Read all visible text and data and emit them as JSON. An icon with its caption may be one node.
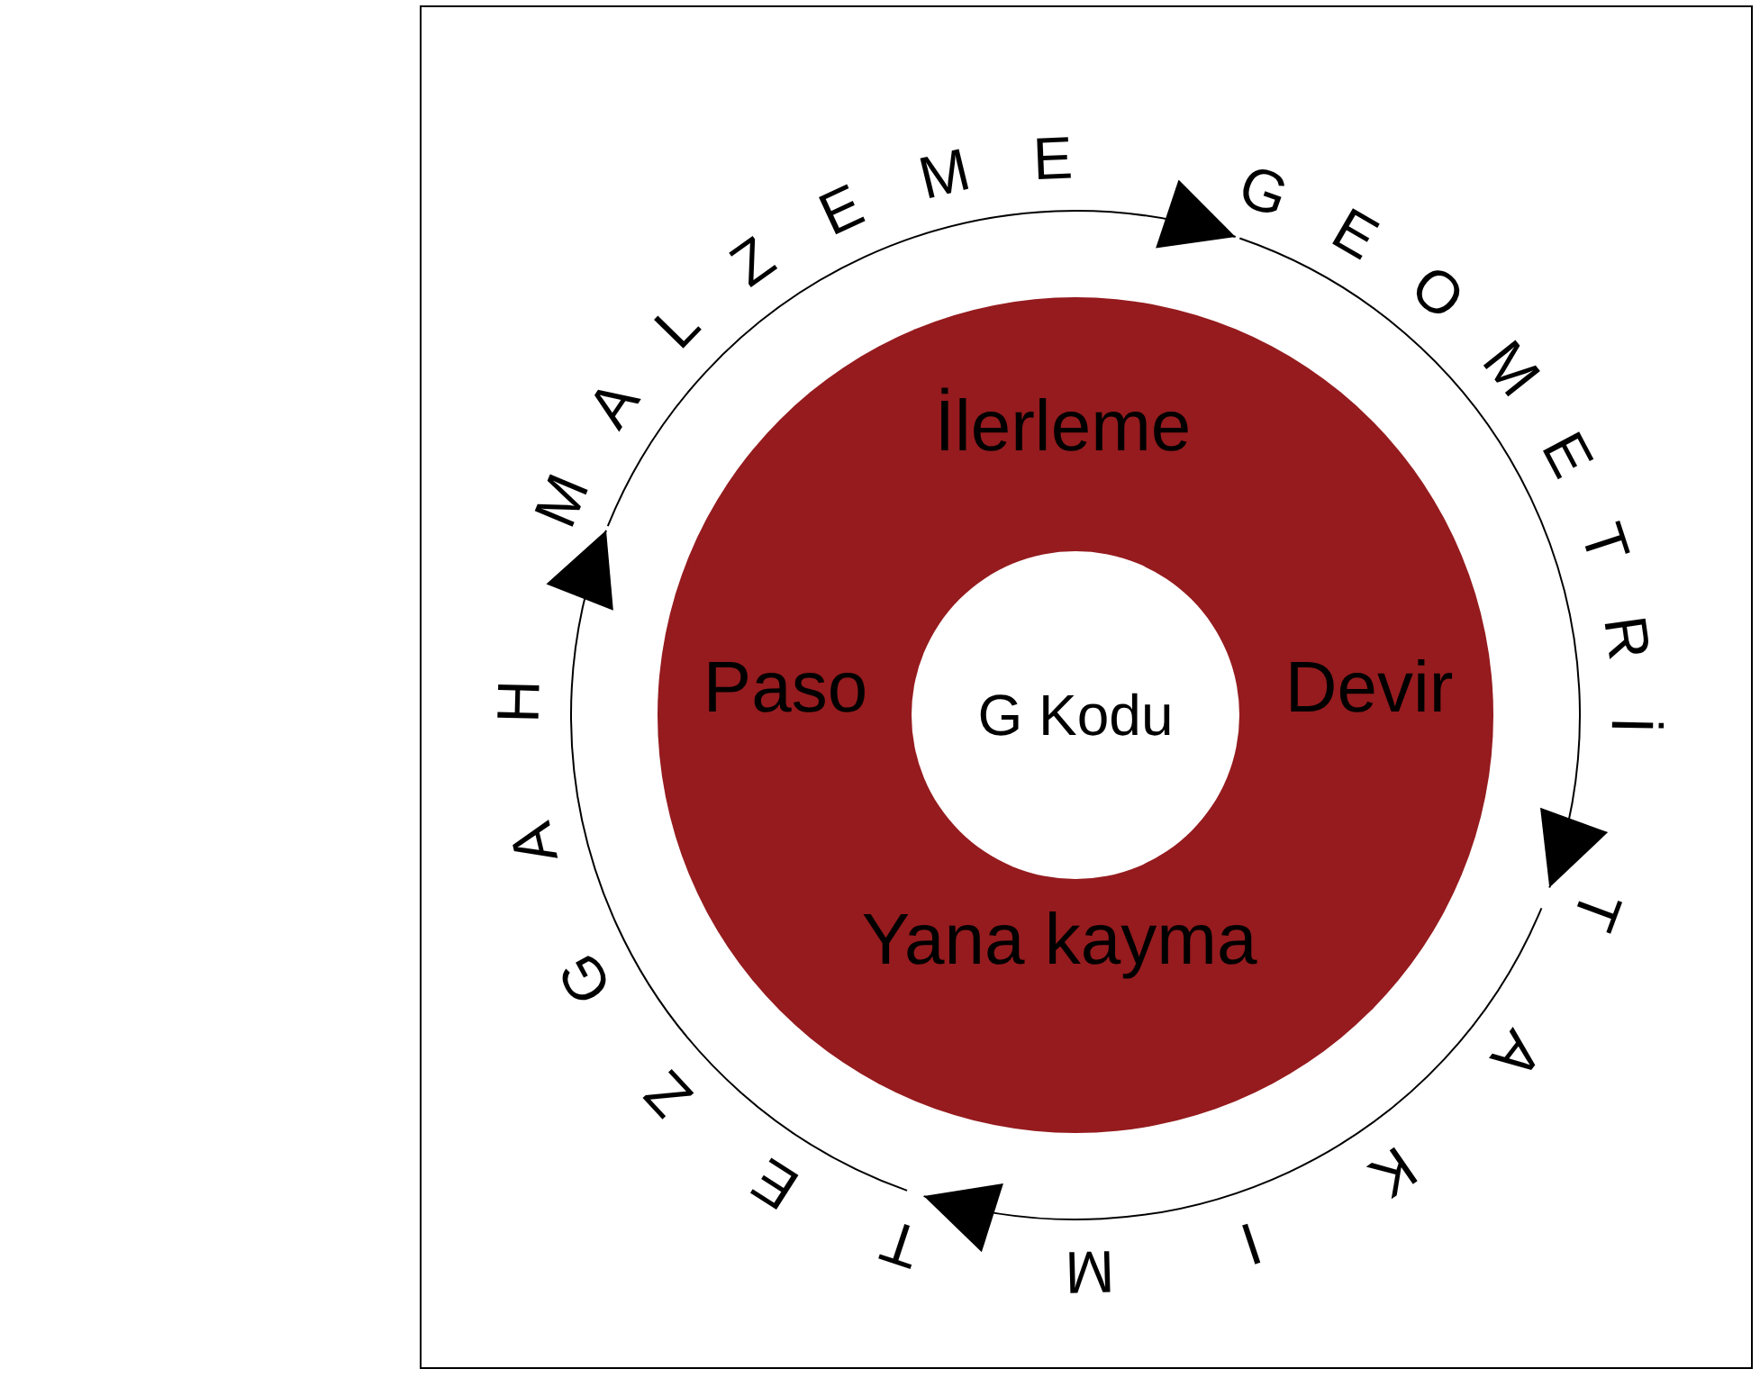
{
  "diagram": {
    "nodes": [
      {
        "text": [
          "İlerleme",
          "Paso",
          "Devir",
          "Yana kayma"
        ]
      },
      {
        "text": [
          "G Kodu"
        ],
        "in": 0
      },
      {
        "text": [
          "MALZEME"
        ]
      },
      {
        "text": [
          "GEOMETRİ"
        ]
      },
      {
        "text": [
          "TAKIM"
        ]
      },
      {
        "text": [
          "TEZGAH"
        ]
      }
    ],
    "edges": [
      {
        "from": 2,
        "to": 3,
        "arrow": "to"
      },
      {
        "from": 3,
        "to": 4,
        "arrow": "to"
      },
      {
        "from": 4,
        "to": 5,
        "arrow": "to"
      },
      {
        "from": 5,
        "to": 2,
        "arrow": "to"
      }
    ]
  }
}
